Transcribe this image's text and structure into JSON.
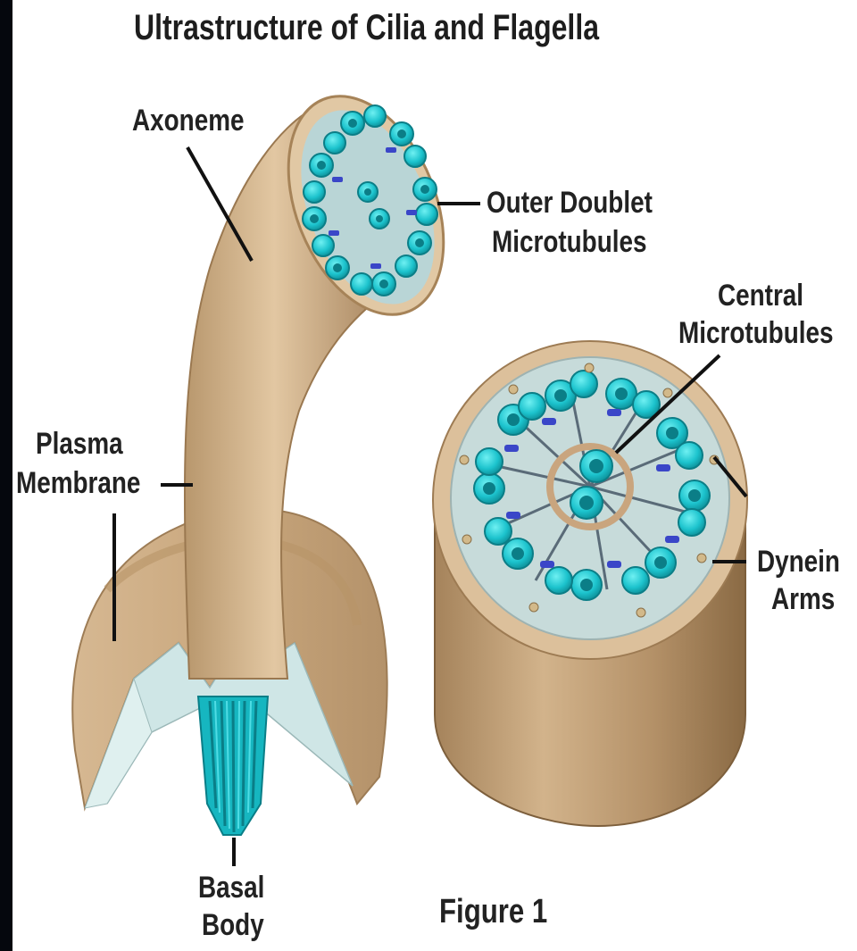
{
  "title": "Ultrastructure of Cilia and Flagella",
  "labels": {
    "axoneme": "Axoneme",
    "outer_doublet_1": "Outer Doublet",
    "outer_doublet_2": "Microtubules",
    "central_1": "Central",
    "central_2": "Microtubules",
    "plasma_1": "Plasma",
    "plasma_2": "Membrane",
    "dynein_1": "Dynein",
    "dynein_2": "Arms",
    "basal_1": "Basal",
    "basal_2": "Body",
    "figure": "Figure 1"
  },
  "colors": {
    "membrane": "#d9bb93",
    "membrane_dark": "#a98b62",
    "microtubule": "#19c4cf",
    "microtubule_dark": "#0e8f9a",
    "dynein": "#3a46c8",
    "matrix": "#c4d9d8"
  }
}
